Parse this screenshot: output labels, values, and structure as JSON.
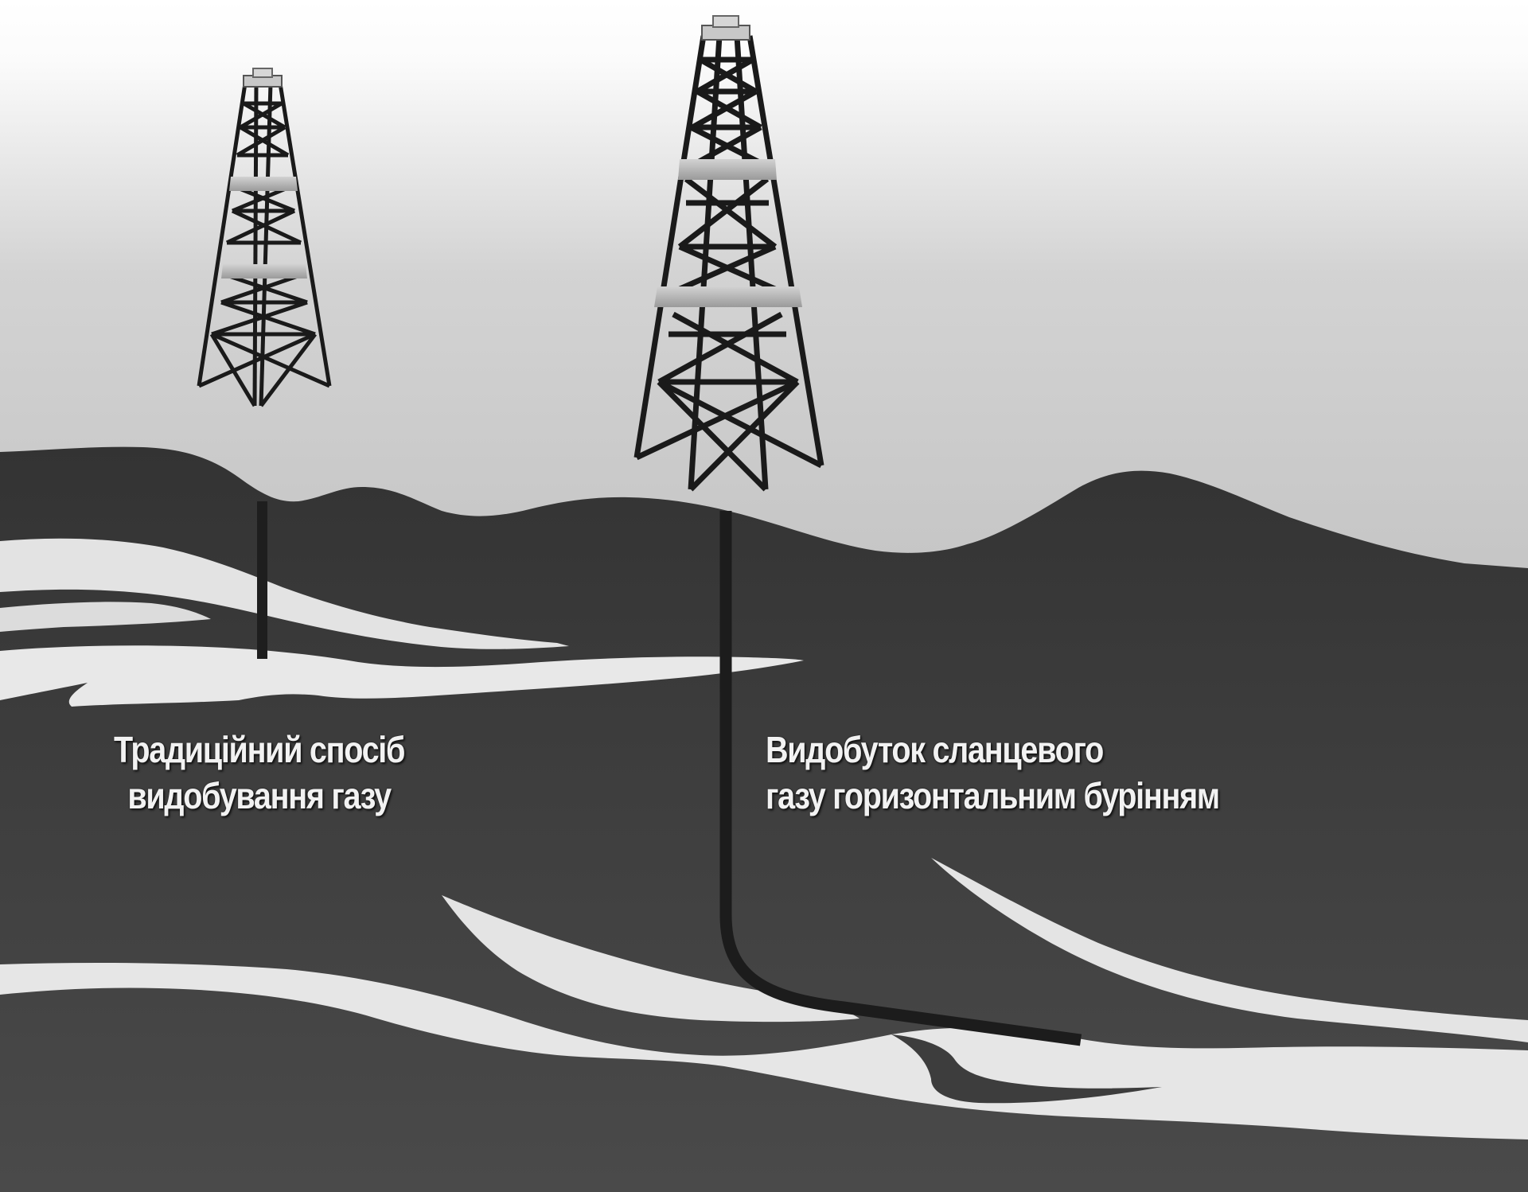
{
  "labels": {
    "traditional": {
      "line1": "Традиційний спосіб",
      "line2": "видобування газу"
    },
    "shale": {
      "line1": "Видобуток сланцевого",
      "line2": "газу горизонтальним бурінням"
    }
  },
  "colors": {
    "ground": "#3d3d3d",
    "gas_layer": "#e6e6e6",
    "sky_top": "#ffffff",
    "sky_bottom": "#c9c9c9",
    "pipe": "#1e1e1e",
    "derrick": "#1a1a1a",
    "derrick_band": "#b5b5b5"
  },
  "icons": {
    "left_rig": "oil-derrick-icon",
    "right_rig": "oil-derrick-icon"
  }
}
